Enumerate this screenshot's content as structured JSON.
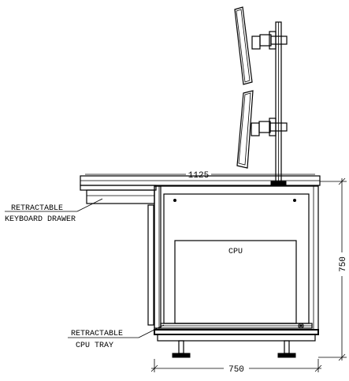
{
  "dimensions": {
    "top_width": "1125",
    "height": "750",
    "bottom_width": "750"
  },
  "labels": {
    "cpu": "CPU",
    "keyboard_line1": "RETRACTABLE",
    "keyboard_line2": "KEYBOARD DRAWER",
    "tray_line1": "RETRACTABLE",
    "tray_line2": "CPU  TRAY"
  }
}
